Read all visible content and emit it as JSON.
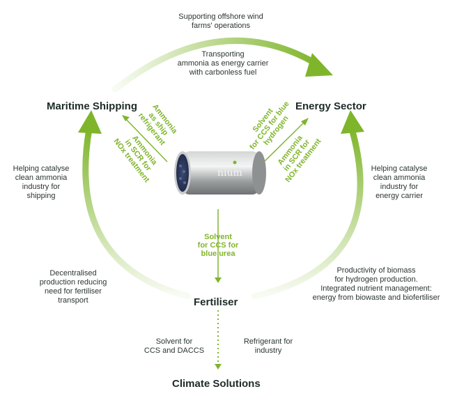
{
  "nodes": {
    "maritime": "Maritime Shipping",
    "energy": "Energy Sector",
    "fertiliser": "Fertiliser",
    "climate": "Climate Solutions"
  },
  "arcs": {
    "top_outer": [
      "Supporting offshore wind",
      "farms' operations"
    ],
    "top_inner": [
      "Transporting",
      "ammonia as energy carrier",
      "with carbonless fuel"
    ],
    "left_upper": [
      "Helping catalyse",
      "clean ammonia",
      "industry for",
      "shipping"
    ],
    "left_lower": [
      "Decentralised",
      "production reducing",
      "need for fertiliser",
      "transport"
    ],
    "right_upper": [
      "Helping catalyse",
      "clean ammonia",
      "industry for",
      "energy carrier"
    ],
    "right_lower": [
      "Productivity of biomass",
      "for hydrogen production.",
      "Integrated nutrient management:",
      "energy from biowaste and biofertiliser"
    ]
  },
  "center_labels": {
    "to_maritime_a": [
      "Ammonia",
      "as ship",
      "refrigerant"
    ],
    "to_maritime_b": [
      "Ammonia",
      "in SCR for",
      "NOx treatment"
    ],
    "to_energy_a": [
      "Solvent",
      "for CCS for blue",
      "hydrogen"
    ],
    "to_energy_b": [
      "Ammonia",
      "in SCR for",
      "NOx treatment"
    ],
    "to_fertiliser": [
      "Solvent",
      "for CCS for",
      "blue urea"
    ]
  },
  "bottom_labels": {
    "left": [
      "Solvent for",
      "CCS and DACCS"
    ],
    "right": [
      "Refrigerant for",
      "industry"
    ]
  },
  "logo_text": "nium",
  "colors": {
    "accent": "#7fb52b",
    "text": "#1e2b28"
  }
}
